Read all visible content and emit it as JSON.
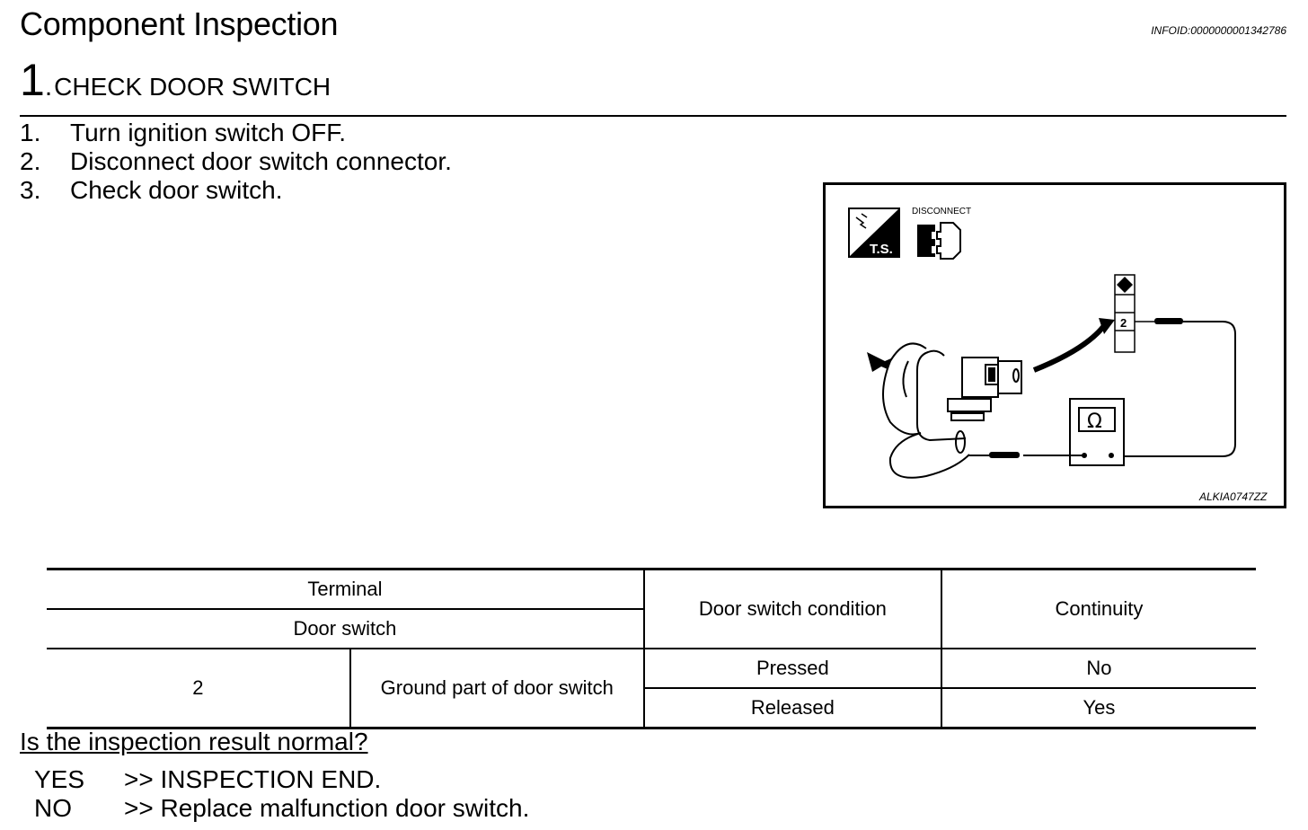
{
  "header": {
    "title": "Component Inspection",
    "info_id": "INFOID:0000000001342786"
  },
  "step": {
    "number": "1",
    "dot": ".",
    "title": "CHECK DOOR SWITCH"
  },
  "instructions": [
    {
      "num": "1.",
      "text": "Turn ignition switch OFF."
    },
    {
      "num": "2.",
      "text": "Disconnect door switch connector."
    },
    {
      "num": "3.",
      "text": "Check door switch."
    }
  ],
  "figure": {
    "ts_label": "T.S.",
    "disconnect_label": "DISCONNECT",
    "terminal_label": "2",
    "meter_symbol": "Ω",
    "code": "ALKIA0747ZZ",
    "icons": [
      "ts-icon",
      "disconnect-connector-icon",
      "ohmmeter-icon",
      "door-switch-icon",
      "arrow-icon"
    ]
  },
  "table": {
    "header_terminal": "Terminal",
    "header_door_switch": "Door switch",
    "header_condition": "Door switch condition",
    "header_continuity": "Continuity",
    "terminal_value": "2",
    "ground_label": "Ground part of door switch",
    "rows": [
      {
        "condition": "Pressed",
        "continuity": "No"
      },
      {
        "condition": "Released",
        "continuity": "Yes"
      }
    ]
  },
  "question": "Is the inspection result normal?",
  "answers": [
    {
      "key": "YES",
      "text": ">> INSPECTION END."
    },
    {
      "key": "NO",
      "text": ">> Replace malfunction door switch."
    }
  ]
}
